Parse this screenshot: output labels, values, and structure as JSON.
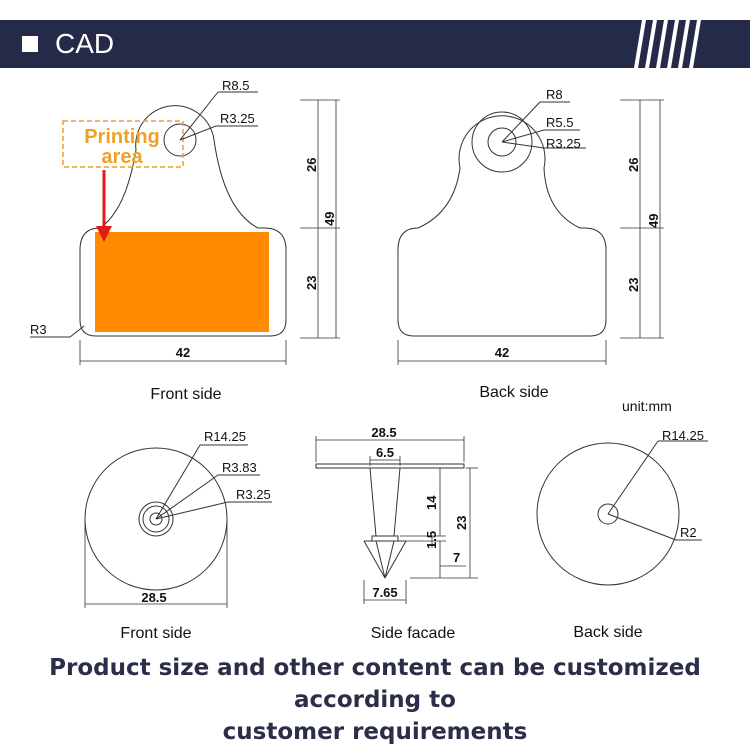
{
  "header": {
    "title": "CAD",
    "accent": "#252a49"
  },
  "printing_label": {
    "line1": "Printing",
    "line2": "area",
    "color": "#f0a024",
    "arrow_color": "#e01b1b",
    "fill_color": "#ff8a00"
  },
  "front_tag": {
    "r_outer": "R8.5",
    "r_hole": "R3.25",
    "r_corner": "R3",
    "dim_upper": "26",
    "dim_lower": "23",
    "dim_total": "49",
    "dim_width": "42",
    "caption": "Front side"
  },
  "back_tag": {
    "r_outer": "R8",
    "r_mid": "R5.5",
    "r_hole": "R3.25",
    "dim_upper": "26",
    "dim_lower": "23",
    "dim_total": "49",
    "dim_width": "42",
    "caption": "Back side"
  },
  "unit": "unit:mm",
  "front_round": {
    "r_outer": "R14.25",
    "r_mid": "R3.83",
    "r_hole": "R3.25",
    "diameter": "28.5",
    "caption": "Front side"
  },
  "side_facade": {
    "top_width": "28.5",
    "stem_width": "6.5",
    "dim_stem": "14",
    "dim_neck": "1.5",
    "dim_total": "23",
    "dim_tip": "7",
    "tip_width": "7.65",
    "caption": "Side facade"
  },
  "back_round": {
    "r_outer": "R14.25",
    "r_hole": "R2",
    "caption": "Back side"
  },
  "footer": {
    "line1": "Product size and other content can be customized according to",
    "line2": "customer requirements"
  }
}
